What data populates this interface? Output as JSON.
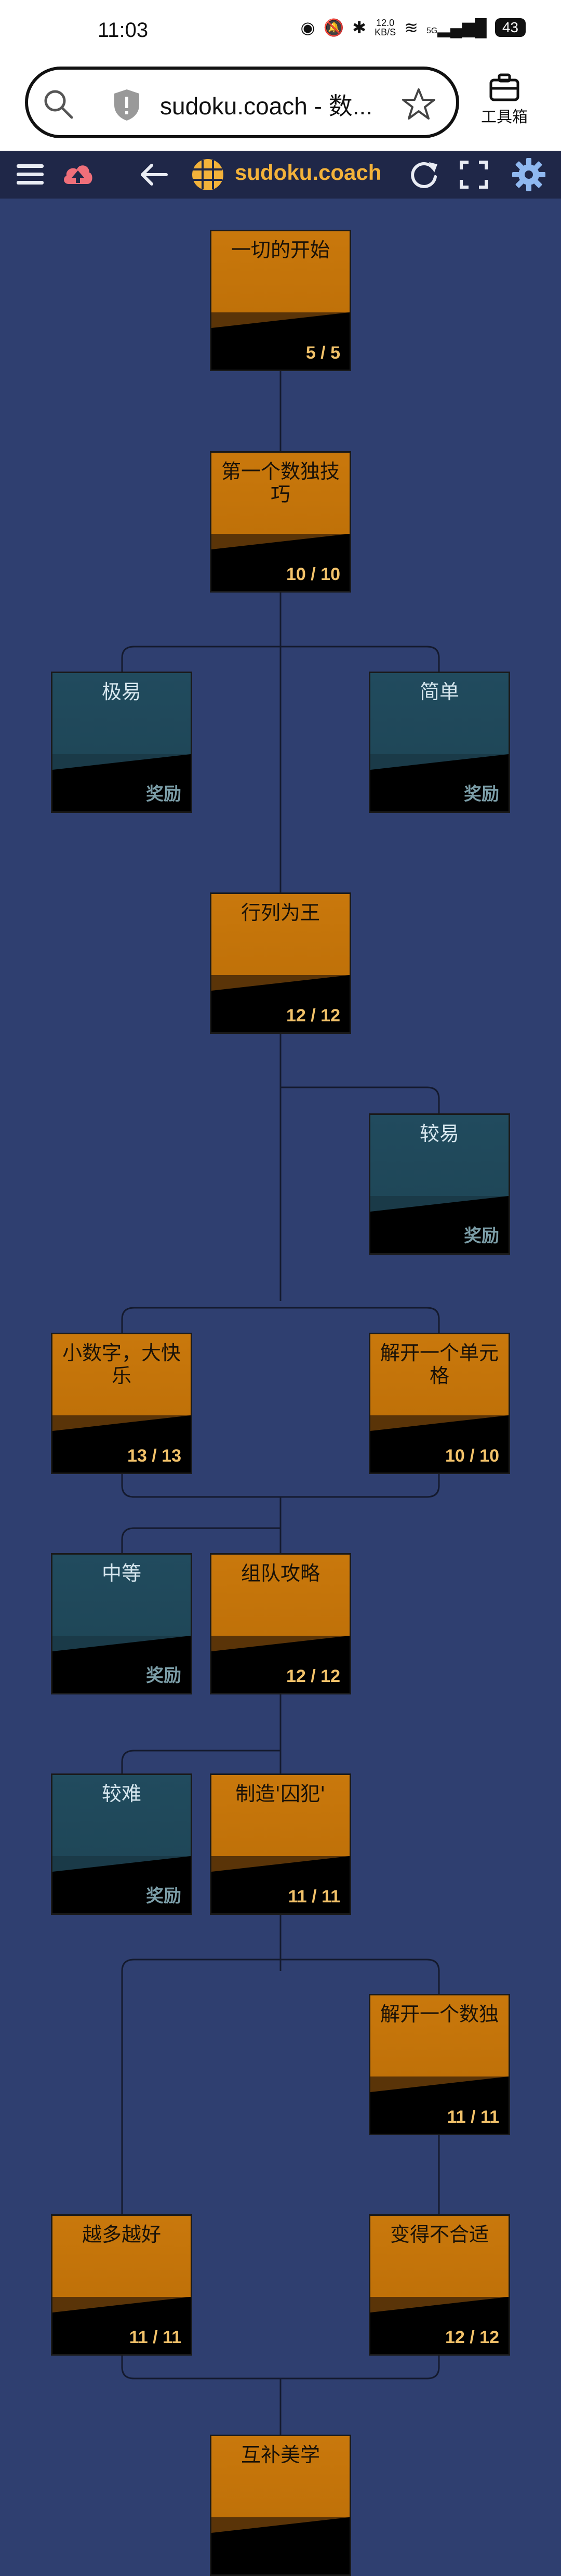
{
  "status_bar": {
    "time": "11:03",
    "net_speed_value": "12.0",
    "net_speed_unit": "KB/S",
    "signal": "5G",
    "battery": "43"
  },
  "browser": {
    "url": "sudoku.coach - 数...",
    "toolbox_label": "工具箱"
  },
  "app": {
    "title": "sudoku.coach",
    "brand_color": "#f3b23a"
  },
  "nodes": [
    {
      "title": "一切的开始",
      "stat": "5 / 5",
      "kind": "orange"
    },
    {
      "title": "第一个数独技巧",
      "stat": "10 / 10",
      "kind": "orange"
    },
    {
      "title": "极易",
      "stat": "奖励",
      "kind": "teal"
    },
    {
      "title": "简单",
      "stat": "奖励",
      "kind": "teal"
    },
    {
      "title": "行列为王",
      "stat": "12 / 12",
      "kind": "orange"
    },
    {
      "title": "较易",
      "stat": "奖励",
      "kind": "teal"
    },
    {
      "title": "小数字，大快乐",
      "stat": "13 / 13",
      "kind": "orange"
    },
    {
      "title": "解开一个单元格",
      "stat": "10 / 10",
      "kind": "orange"
    },
    {
      "title": "中等",
      "stat": "奖励",
      "kind": "teal"
    },
    {
      "title": "组队攻略",
      "stat": "12 / 12",
      "kind": "orange"
    },
    {
      "title": "较难",
      "stat": "奖励",
      "kind": "teal"
    },
    {
      "title": "制造'囚犯'",
      "stat": "11 / 11",
      "kind": "orange"
    },
    {
      "title": "解开一个数独",
      "stat": "11 / 11",
      "kind": "orange"
    },
    {
      "title": "越多越好",
      "stat": "11 / 11",
      "kind": "orange"
    },
    {
      "title": "变得不合适",
      "stat": "12 / 12",
      "kind": "orange"
    },
    {
      "title": "互补美学",
      "stat": "",
      "kind": "orange"
    }
  ]
}
